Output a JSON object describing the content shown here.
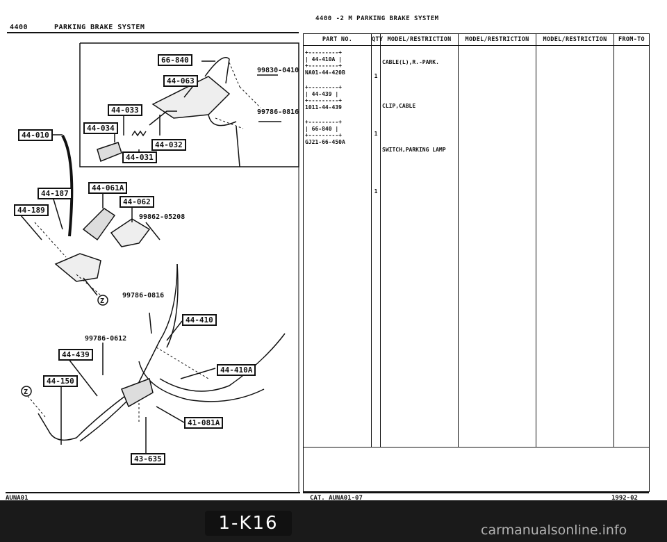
{
  "header": {
    "left_code": "4400",
    "left_title": "PARKING BRAKE SYSTEM",
    "right_title": "4400 -2 M PARKING BRAKE SYSTEM"
  },
  "table": {
    "columns": [
      "PART NO.",
      "QTY",
      "MODEL/RESTRICTION",
      "MODEL/RESTRICTION",
      "MODEL/RESTRICTION",
      "FROM-TO"
    ],
    "rows": [
      {
        "ref": "44-410A",
        "part_no": "NA01-44-420B",
        "qty": "1",
        "desc": "CABLE(L),R.-PARK."
      },
      {
        "ref": "44-439",
        "part_no": "1011-44-439",
        "qty": "1",
        "desc": "CLIP,CABLE"
      },
      {
        "ref": "66-840",
        "part_no": "GJ21-66-450A",
        "qty": "1",
        "desc": "SWITCH,PARKING LAMP"
      }
    ]
  },
  "diagram": {
    "boxes": [
      "66-840",
      "44-063",
      "44-033",
      "44-034",
      "44-032",
      "44-031",
      "44-010",
      "44-187",
      "44-189",
      "44-061A",
      "44-062",
      "44-410",
      "44-439",
      "44-410A",
      "44-150",
      "41-081A",
      "43-635"
    ],
    "part_numbers": [
      "99830-0410",
      "99786-0816",
      "99862-05208",
      "99786-0816",
      "99786-0612"
    ],
    "markers": [
      "Z",
      "Z"
    ]
  },
  "footer": {
    "left": "AUNA01",
    "catalog": "CAT. AUNA01-07",
    "date": "1992-02",
    "page": "1-K16",
    "watermark": "carmanualsonline.info"
  }
}
